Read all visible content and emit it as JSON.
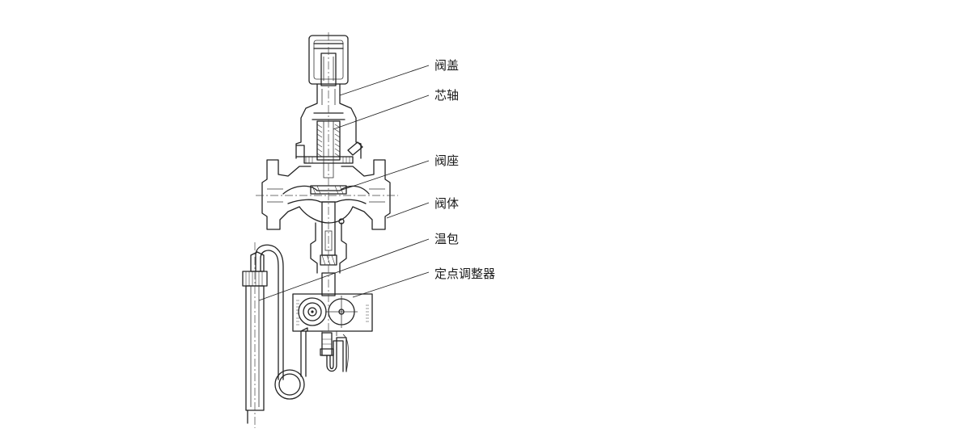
{
  "labels": {
    "bonnet": "阀盖",
    "stem": "芯轴",
    "seat": "阀座",
    "body": "阀体",
    "bulb": "温包",
    "setpoint_adjuster": "定点调整器"
  }
}
